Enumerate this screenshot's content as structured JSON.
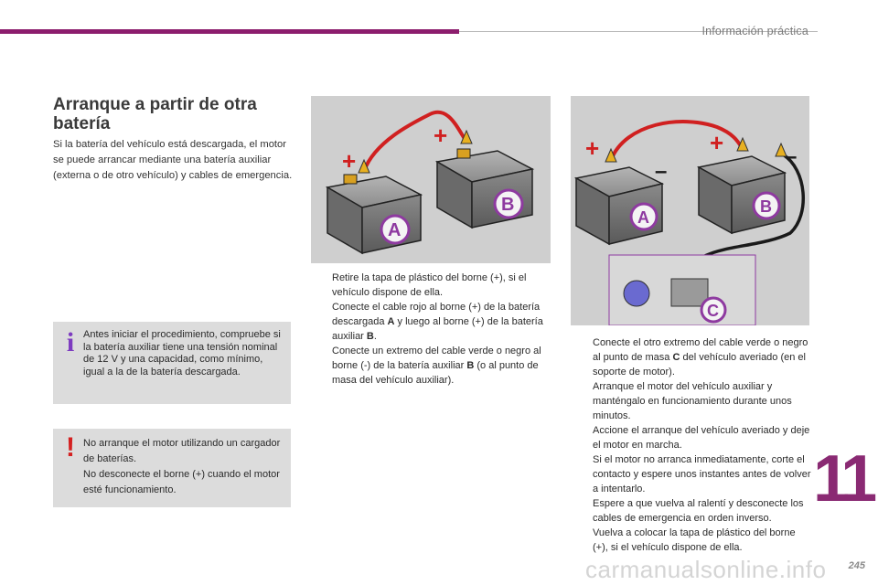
{
  "header": {
    "section_title": "Información práctica"
  },
  "main": {
    "title": "Arranque a partir de otra batería",
    "intro": "Si la batería del vehículo está descargada, el motor se puede arrancar mediante una batería auxiliar (externa o de otro vehículo) y cables de emergencia."
  },
  "notes": {
    "info": {
      "icon": "i",
      "text": "Antes iniciar el procedimiento, compruebe si la batería auxiliar tiene una tensión nominal de 12 V y una capacidad, como mínimo, igual a la de la batería descargada."
    },
    "warning": {
      "icon": "!",
      "line1": "No arranque el motor utilizando un cargador de baterías.",
      "line2": "No desconecte el borne (+) cuando el motor esté funcionamiento."
    }
  },
  "figures": {
    "fig1": {
      "label_a": "A",
      "label_b": "B",
      "plus": "+"
    },
    "fig2": {
      "label_a": "A",
      "label_b": "B",
      "label_c": "C",
      "plus": "+",
      "minus": "–"
    }
  },
  "steps_a": [
    {
      "bullet": "",
      "pre": "Retire la tapa de plástico del borne (+), si el vehículo dispone de ella.",
      "bold": "",
      "post": ""
    },
    {
      "bullet": "",
      "pre": "Conecte el cable rojo al borne (+) de la batería descargada ",
      "bold": "A",
      "post": " y luego al borne (+) de la batería auxiliar ",
      "bold2": "B",
      "post2": "."
    },
    {
      "bullet": "",
      "pre": "Conecte un extremo del cable verde o negro al borne (-) de la batería auxiliar ",
      "bold": "B",
      "post": " (o al punto de masa del vehículo auxiliar)."
    }
  ],
  "steps_b": [
    {
      "bullet": "",
      "pre": "Conecte el otro extremo del cable verde o negro al punto de masa ",
      "bold": "C",
      "post": " del vehículo averiado (en el soporte de motor)."
    },
    {
      "bullet": "",
      "pre": "Arranque el motor del vehículo auxiliar y manténgalo en funcionamiento durante unos minutos.",
      "bold": "",
      "post": ""
    },
    {
      "bullet": "",
      "pre": "Accione el arranque del vehículo averiado y deje el motor en marcha.",
      "bold": "",
      "post": "",
      "extra": "Si el motor no arranca inmediatamente, corte el contacto y espere unos instantes antes de volver a intentarlo."
    },
    {
      "bullet": "",
      "pre": "Espere a que vuelva al ralentí y desconecte los cables de emergencia en orden inverso.",
      "bold": "",
      "post": ""
    },
    {
      "bullet": "",
      "pre": "Vuelva a colocar la tapa de plástico del borne (+), si el vehículo dispone de ella.",
      "bold": "",
      "post": ""
    }
  ],
  "footer": {
    "chapter": "11",
    "page": "245",
    "watermark": "carmanualsonline.info"
  },
  "colors": {
    "accent": "#8c1d6d",
    "info_icon": "#7d3bc0",
    "warn_icon": "#d42020",
    "cable_red": "#d02020",
    "label_purple": "#8e3aa0"
  }
}
